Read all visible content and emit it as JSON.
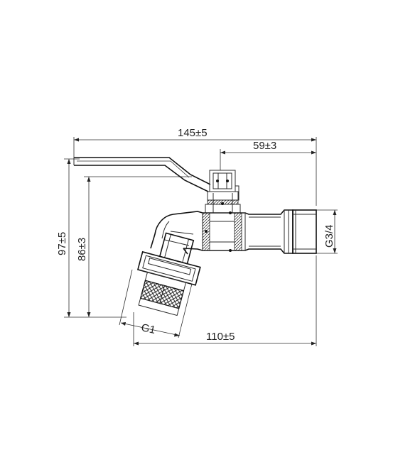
{
  "dimensions": {
    "overall_length": "145±5",
    "handle_offset": "59±3",
    "total_height": "97±5",
    "spout_height": "86±3",
    "body_length": "110±5",
    "inlet_thread": "G3/4",
    "outlet_thread": "G1"
  }
}
